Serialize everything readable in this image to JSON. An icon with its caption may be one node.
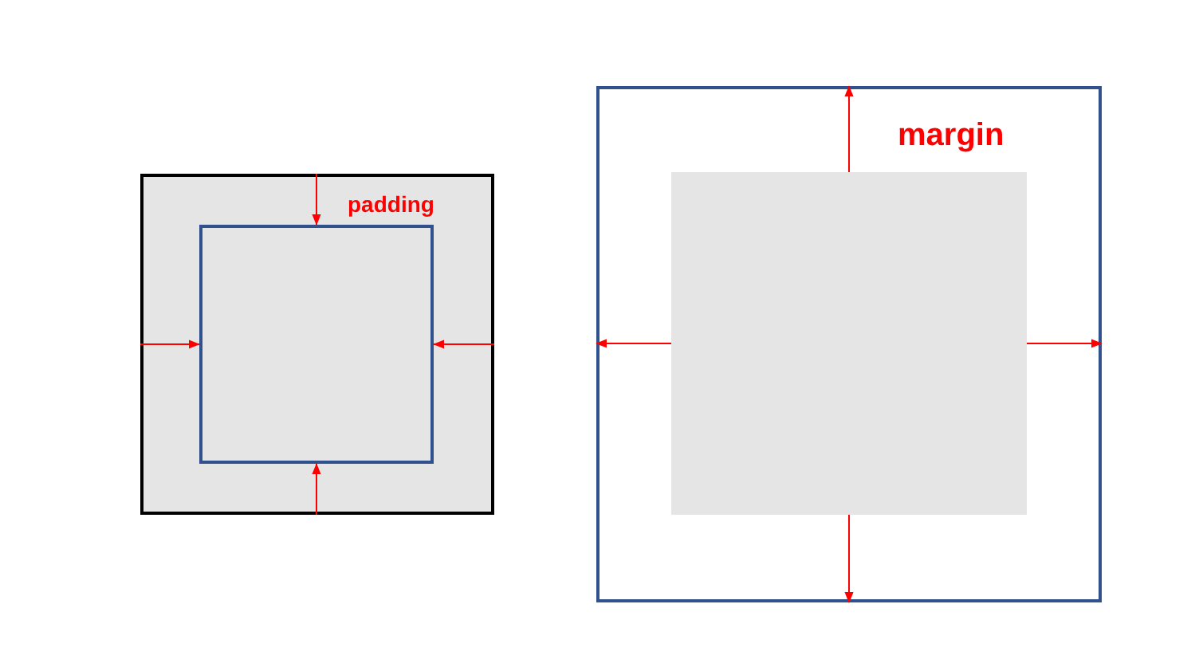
{
  "diagram": {
    "nodes": [
      {
        "text": [
          "padding"
        ]
      },
      {
        "text": [],
        "shape": "box",
        "in": 0
      },
      {
        "text": [
          "margin"
        ]
      },
      {
        "text": [],
        "shape": "box",
        "in": 2
      }
    ],
    "edges": [
      {
        "from": 0,
        "to": 1,
        "arrow": "to"
      },
      {
        "from": 0,
        "to": 1,
        "arrow": "to"
      },
      {
        "from": 0,
        "to": 1,
        "arrow": "to"
      },
      {
        "from": 0,
        "to": 1,
        "arrow": "to"
      },
      {
        "from": 3,
        "to": 2,
        "arrow": "to"
      },
      {
        "from": 3,
        "to": 2,
        "arrow": "to"
      },
      {
        "from": 3,
        "to": 2,
        "arrow": "to"
      },
      {
        "from": 3,
        "to": 2,
        "arrow": "to"
      }
    ]
  }
}
